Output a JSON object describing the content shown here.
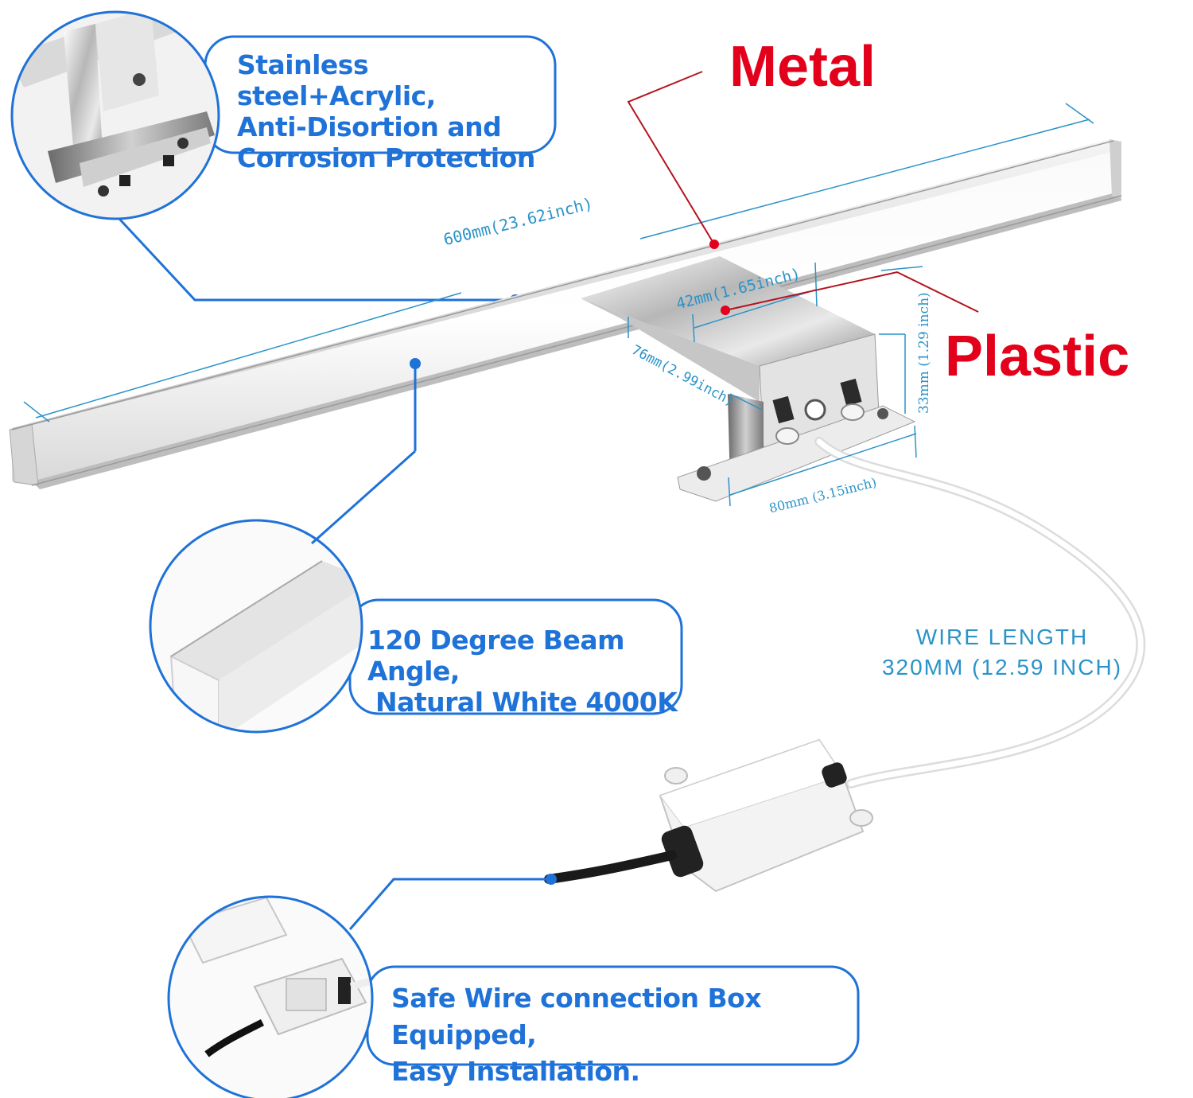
{
  "callouts": {
    "material": [
      "Stainless steel+Acrylic,",
      "Anti-Disortion and",
      "Corrosion Protection"
    ],
    "beam": [
      "120 Degree Beam Angle,",
      "Natural White 4000K"
    ],
    "box": [
      "Safe Wire connection Box Equipped,",
      "Easy Installation."
    ]
  },
  "labels": {
    "metal": "Metal",
    "plastic": "Plastic",
    "wire_length": [
      "WIRE LENGTH",
      "320MM (12.59 INCH)"
    ]
  },
  "dimensions": {
    "length": "600mm(23.62inch)",
    "bracket_width": "42mm(1.65inch)",
    "bracket_depth": "76mm(2.99inch)",
    "bracket_height": "33mm (1.29 inch)",
    "base_width": "80mm (3.15inch)"
  },
  "colors": {
    "callout_blue": "#1f72d8",
    "dimension_blue": "#2a93c9",
    "accent_red": "#e3001b"
  }
}
